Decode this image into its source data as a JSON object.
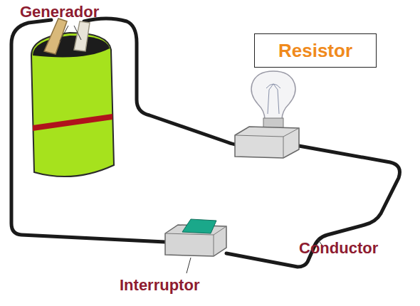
{
  "diagram": {
    "nodes": [
      {
        "text": [
          "Resistor"
        ]
      }
    ],
    "labels": [
      "Generador",
      "Conductor",
      "Interruptor"
    ]
  }
}
